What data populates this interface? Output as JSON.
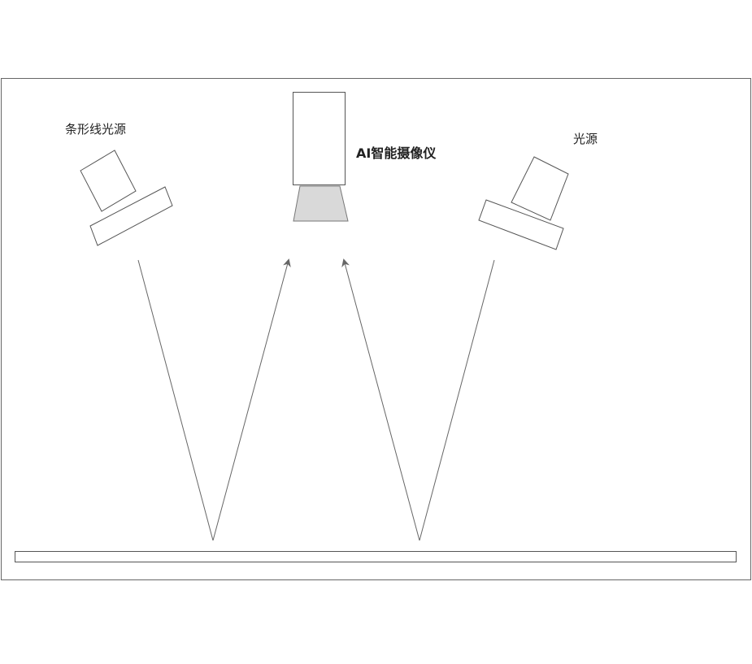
{
  "labels": {
    "left_light": "条形线光源",
    "camera": "AI智能摄像仪",
    "right_light": "光源"
  },
  "colors": {
    "stroke": "#555555",
    "frame": "#666666",
    "lens_fill": "#d9d9d9",
    "arrow": "#666666"
  }
}
